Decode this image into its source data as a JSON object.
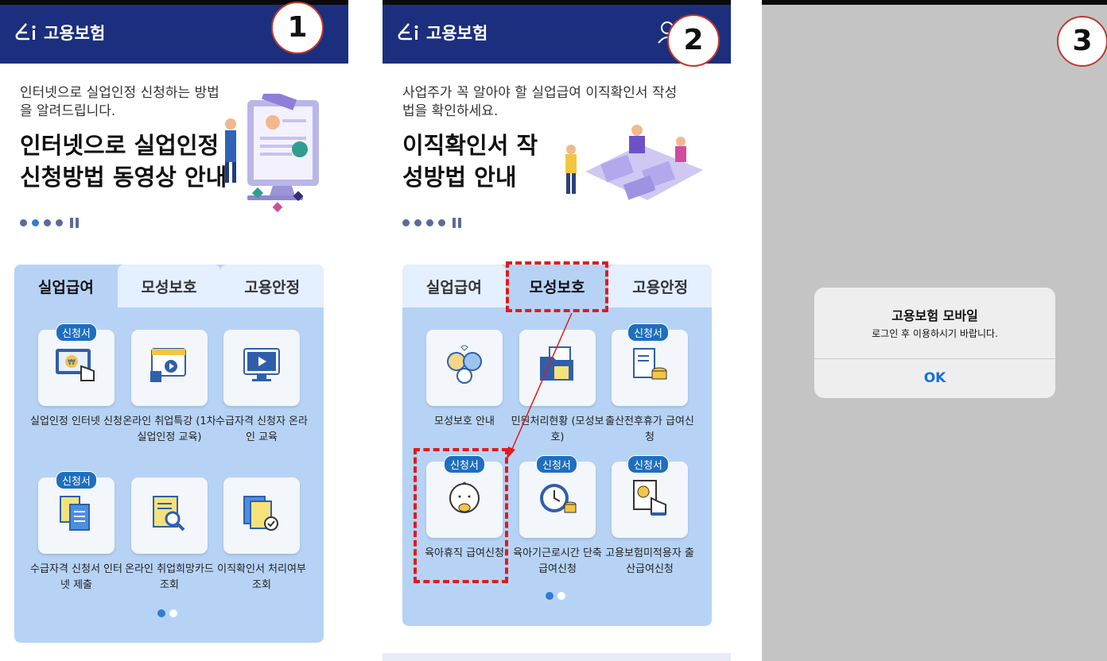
{
  "logo_text": "고용보험",
  "markers": [
    "1",
    "2",
    "3"
  ],
  "panel1": {
    "promo_sub": "인터넷으로 실업인정 신청하는 방법을 알려드립니다.",
    "promo_title": "인터넷으로 실업인정 신청방법 동영상 안내",
    "tabs": [
      "실업급여",
      "모성보호",
      "고용안정"
    ],
    "badge": "신청서",
    "items": [
      {
        "label": "실업인정 인터넷 신청",
        "icon": "monitor-payment-icon"
      },
      {
        "label": "온라인 취업특강 (1차 실업인정 교육)",
        "icon": "browser-play-icon"
      },
      {
        "label": "수급자격 신청자 온라인 교육",
        "icon": "monitor-play-icon"
      },
      {
        "label": "수급자격 신청서 인터넷 제출",
        "icon": "documents-icon"
      },
      {
        "label": "온라인 취업희망카드 조회",
        "icon": "document-search-icon"
      },
      {
        "label": "이직확인서 처리여부 조회",
        "icon": "document-check-icon"
      }
    ]
  },
  "panel2": {
    "promo_sub": "사업주가 꼭 알아야 할 실업급여 이직확인서 작성법을 확인하세요.",
    "promo_title": "이직확인서 작성방법 안내",
    "tabs": [
      "실업급여",
      "모성보호",
      "고용안정"
    ],
    "badge": "신청서",
    "items": [
      {
        "label": "모성보호 안내",
        "icon": "family-icon"
      },
      {
        "label": "민원처리현황 (모성보호)",
        "icon": "folder-document-icon"
      },
      {
        "label": "출산전후휴가 급여신청",
        "icon": "document-coins-icon"
      },
      {
        "label": "육아휴직 급여신청",
        "icon": "baby-icon"
      },
      {
        "label": "육아기근로시간 단축급여신청",
        "icon": "clock-coins-icon"
      },
      {
        "label": "고용보험미적용자 출산급여신청",
        "icon": "document-hand-icon"
      }
    ]
  },
  "dialog": {
    "title": "고용보험 모바일",
    "message": "로그인 후 이용하시기 바랍니다.",
    "ok": "OK"
  },
  "colors": {
    "header": "#1c2f7e",
    "card": "#b6d3f5",
    "accent": "#1e6fbf",
    "highlight": "#e21a1a"
  }
}
